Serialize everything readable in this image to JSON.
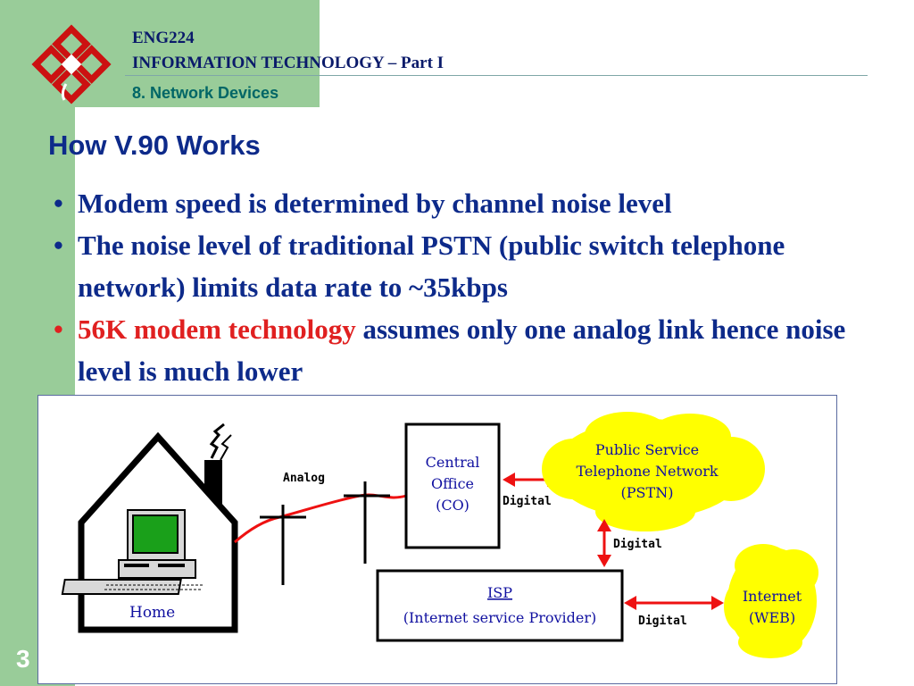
{
  "header": {
    "course": "ENG224",
    "subject": "INFORMATION TECHNOLOGY – Part I",
    "topic": "8. Network Devices"
  },
  "slide": {
    "title": "How V.90 Works",
    "bullets": [
      {
        "text": "Modem speed is determined by channel noise level"
      },
      {
        "text": "The noise level of traditional PSTN (public switch telephone network) limits data rate to ~35kbps"
      },
      {
        "highlight": "56K modem technology",
        "text": " assumes only one analog link hence noise level is much lower"
      }
    ],
    "bullet_symbol": "•",
    "page_number": "3"
  },
  "diagram": {
    "home_label": "Home",
    "analog_label": "Analog",
    "co_label_lines": [
      "Central",
      "Office",
      "(CO)"
    ],
    "pstn_label_lines": [
      "Public Service",
      "Telephone Network",
      "(PSTN)"
    ],
    "digital_co_pstn": "Digital",
    "digital_pstn_isp": "Digital",
    "isp_title": "ISP",
    "isp_sub": "(Internet service Provider)",
    "internet_label_lines": [
      "Internet",
      "(WEB)"
    ],
    "digital_isp_internet": "Digital"
  },
  "colors": {
    "sidebar": "#99cc99",
    "text_blue": "#0d2a8a",
    "highlight_red": "#e02020",
    "cloud_yellow": "#ffff00",
    "line_red": "#ee1111",
    "logo_red": "#cc1111"
  }
}
